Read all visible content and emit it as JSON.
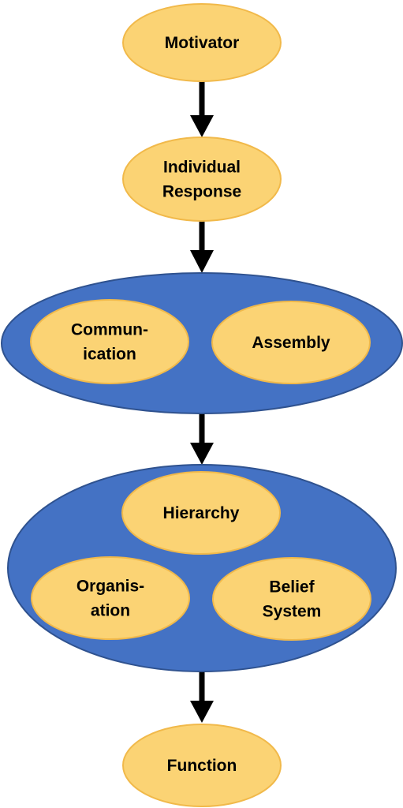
{
  "colors": {
    "node_fill": "#fbd374",
    "node_stroke": "#f1b94a",
    "group_fill": "#4472c4",
    "group_stroke": "#2f528f",
    "arrow": "#000000",
    "text": "#000000"
  },
  "nodes": {
    "motivator": {
      "lines": [
        "Motivator"
      ]
    },
    "individual_response": {
      "lines": [
        "Individual",
        "Response"
      ]
    },
    "communication": {
      "lines": [
        "Commun-",
        "ication"
      ]
    },
    "assembly": {
      "lines": [
        "Assembly"
      ]
    },
    "hierarchy": {
      "lines": [
        "Hierarchy"
      ]
    },
    "organisation": {
      "lines": [
        "Organis-",
        "ation"
      ]
    },
    "belief_system": {
      "lines": [
        "Belief",
        "System"
      ]
    },
    "function": {
      "lines": [
        "Function"
      ]
    }
  }
}
